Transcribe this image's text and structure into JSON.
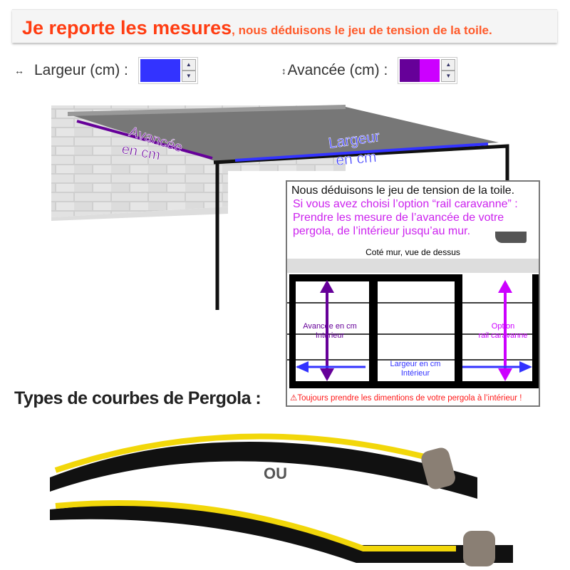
{
  "banner": {
    "title": "Je reporte les mesures",
    "subtitle": ", nous déduisons le jeu de tension de la toile."
  },
  "fields": [
    {
      "icon": "↔",
      "label": "Largeur (cm) :",
      "colors": [
        "#3333ff"
      ]
    },
    {
      "icon": "↕",
      "label": "Avancée (cm) :",
      "colors": [
        "#660099",
        "#cc00ff"
      ]
    }
  ],
  "scene": {
    "avancee_label": [
      "Avancée",
      "en cm"
    ],
    "largeur_label": [
      "Largeur",
      "en cm"
    ]
  },
  "info": {
    "line1": "Nous déduisons le jeu de tension de la toile.",
    "lines": [
      "Si vous avez choisi l’option “rail caravanne” :",
      "Prendre les mesure de l’avancée de votre",
      "pergola, de l’intérieur jusqu’au mur."
    ],
    "caption": "Coté mur, vue de dessus",
    "avancee": [
      "Avancée en cm",
      "Intérieur"
    ],
    "largeur": [
      "Largeur  en cm",
      "Intérieur"
    ],
    "option": [
      "Option",
      "rail caravanne"
    ],
    "warning": "Toujours prendre les dimentions de votre pergola à l’intérieur !"
  },
  "types_title": "Types de courbes de Pergola :",
  "ou": "OU",
  "colors": {
    "banner": "#ff3d12",
    "blue": "#3333ff",
    "purple": "#660099",
    "magenta": "#cc00ff"
  }
}
